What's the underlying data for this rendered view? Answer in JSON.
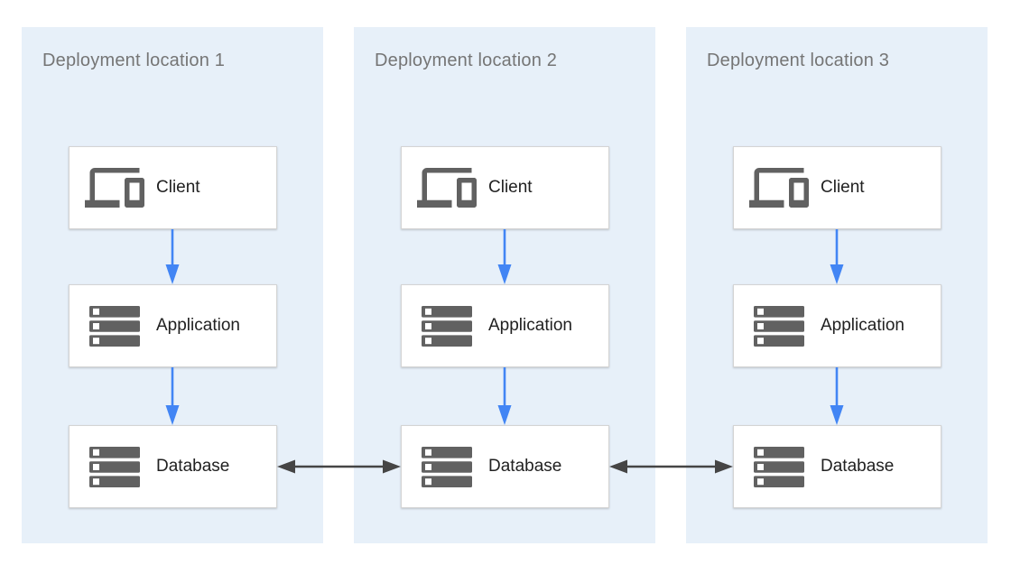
{
  "panels": [
    {
      "title": "Deployment location 1",
      "nodes": [
        {
          "label": "Client",
          "icon": "devices-icon"
        },
        {
          "label": "Application",
          "icon": "server-stack-icon"
        },
        {
          "label": "Database",
          "icon": "server-stack-icon"
        }
      ]
    },
    {
      "title": "Deployment location 2",
      "nodes": [
        {
          "label": "Client",
          "icon": "devices-icon"
        },
        {
          "label": "Application",
          "icon": "server-stack-icon"
        },
        {
          "label": "Database",
          "icon": "server-stack-icon"
        }
      ]
    },
    {
      "title": "Deployment location 3",
      "nodes": [
        {
          "label": "Client",
          "icon": "devices-icon"
        },
        {
          "label": "Application",
          "icon": "server-stack-icon"
        },
        {
          "label": "Database",
          "icon": "server-stack-icon"
        }
      ]
    }
  ],
  "edges": [
    {
      "from": "Client",
      "to": "Application",
      "direction": "down",
      "style": "blue-arrow",
      "scope": "within-location"
    },
    {
      "from": "Application",
      "to": "Database",
      "direction": "down",
      "style": "blue-arrow",
      "scope": "within-location"
    },
    {
      "from": "Database (location 1)",
      "to": "Database (location 2)",
      "direction": "bidirectional",
      "style": "gray-double-arrow",
      "scope": "cross-location"
    },
    {
      "from": "Database (location 2)",
      "to": "Database (location 3)",
      "direction": "bidirectional",
      "style": "gray-double-arrow",
      "scope": "cross-location"
    }
  ],
  "colors": {
    "page_bg": "#FFFFFF",
    "panel_bg": "#E7F0F9",
    "title_color": "#757575",
    "box_bg": "#FFFFFF",
    "box_border": "#D4D4D4",
    "label_color": "#212121",
    "icon_color": "#616161",
    "flow_arrow": "#4285F4",
    "sync_arrow": "#454545"
  }
}
